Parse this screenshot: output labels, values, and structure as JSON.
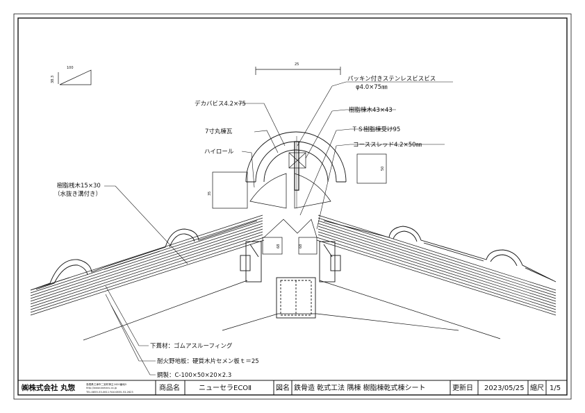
{
  "drawing": {
    "dimensions": {
      "top_width": "25",
      "scale_run": "100",
      "scale_rise": "38.3",
      "left_height": "35",
      "right_box": "50",
      "post_left": "68",
      "post_right": "68"
    },
    "callouts": {
      "packing_screw_1": "パッキン付きステンレスビスビス",
      "packing_screw_2": "φ4.0×75㎜",
      "dekaba_screw": "デカバビス4.2×75",
      "resin_ridge_beam": "樹脂棟木43×43",
      "ridge_tile": "7寸丸棟瓦",
      "ts_receiver": "ＴＳ樹脂棟受け95",
      "hi_roll": "ハイロール",
      "coarse_thread": "コーススレッド4.2×50㎜",
      "batten_1": "樹脂桟木15×30",
      "batten_2": "（水抜き溝付き）",
      "underlay": "下葺材：ゴムアスルーフィング",
      "sheathing": "耐火野地板：硬質木片セメン板ｔ＝25",
      "steel": "鋼製：C-100×50×20×2.3"
    }
  },
  "title_block": {
    "company": "㈱株式会社 丸惣",
    "address_1": "島根県江津市二宮町神主1620番地5",
    "address_2": "http://www.kamaru.co.jp",
    "address_3": "TEL:0855-53-0611 FAX:0855-53-2623",
    "product_label": "商品名",
    "product_name": "ニューセラECOⅡ",
    "drawing_label": "図名",
    "drawing_name": "鉄骨造 乾式工法 隅棟 樹脂棟乾式棟シート",
    "updated_label": "更新日",
    "updated_date": "2023/05/25",
    "scale_label": "縮尺",
    "scale_value": "1/5"
  }
}
